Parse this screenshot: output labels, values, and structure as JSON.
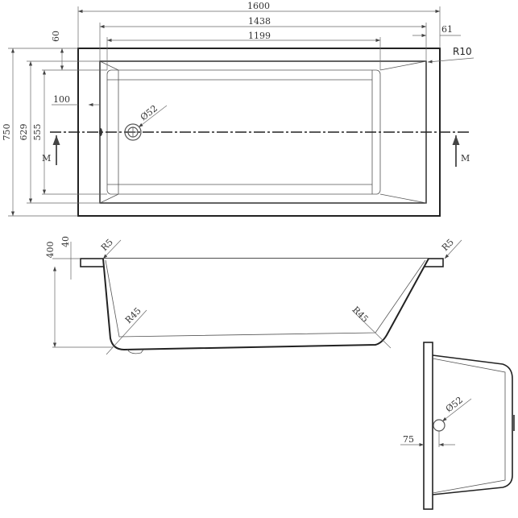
{
  "top_view": {
    "length_overall": "1600",
    "length_inner_rim": "1438",
    "length_bottom": "1199",
    "rim_offset_right": "61",
    "rim_offset_top": "60",
    "width_overall": "750",
    "width_inner": "629",
    "width_bottom": "555",
    "drain_offset": "100",
    "drain_diameter": "Ø52",
    "corner_radius": "R10",
    "section_label_left": "M",
    "section_label_right": "M"
  },
  "side_view": {
    "height": "400",
    "rim_thickness": "40",
    "top_radius_left": "R5",
    "top_radius_right": "R5",
    "bottom_radius_left": "R45",
    "bottom_radius_right": "R45"
  },
  "end_view": {
    "drain_diameter": "Ø52",
    "drain_offset": "75"
  }
}
